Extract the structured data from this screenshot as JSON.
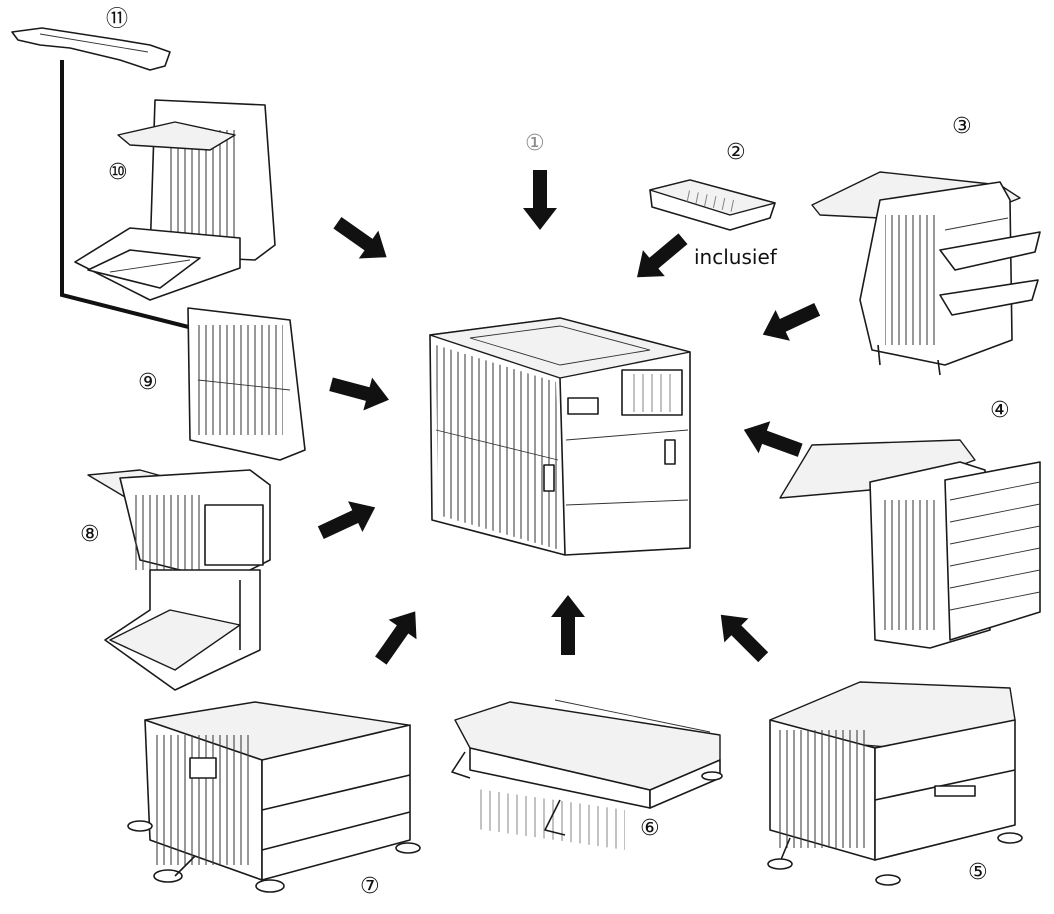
{
  "labels": {
    "n1": "①",
    "n2": "②",
    "n3": "③",
    "n4": "④",
    "n5": "⑤",
    "n6": "⑥",
    "n7": "⑦",
    "n8": "⑧",
    "n9": "⑨",
    "n10": "⑩",
    "n11": "⑪",
    "inclusief": "inclusief"
  }
}
